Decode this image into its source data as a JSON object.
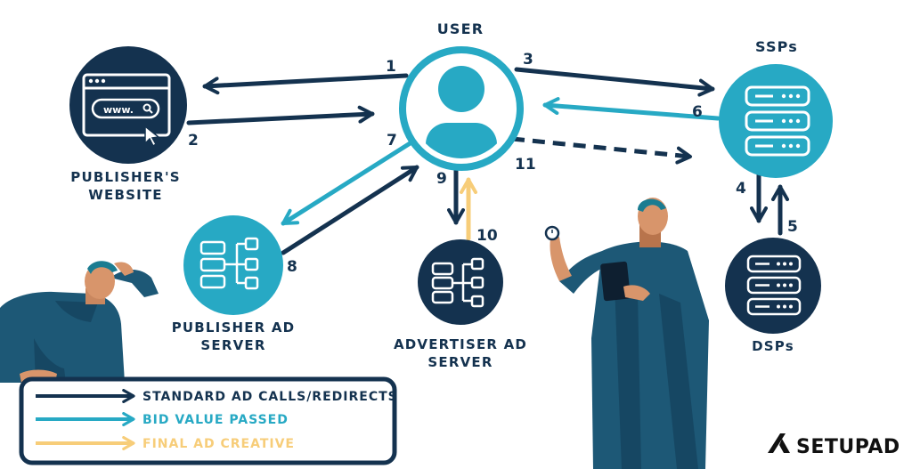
{
  "nodes": {
    "user": "USER",
    "publisher_website": [
      "PUBLISHER'S",
      "WEBSITE"
    ],
    "ssps": "SSPs",
    "dsps": "DSPs",
    "publisher_ad_server": [
      "PUBLISHER AD",
      "SERVER"
    ],
    "advertiser_ad_server": [
      "ADVERTISER AD",
      "SERVER"
    ]
  },
  "browser_url_text": "www.",
  "steps": [
    "1",
    "2",
    "3",
    "4",
    "5",
    "6",
    "7",
    "8",
    "9",
    "10",
    "11"
  ],
  "legend": [
    {
      "label": "STANDARD AD CALLS/REDIRECTS",
      "color": "#14324f"
    },
    {
      "label": "BID VALUE PASSED",
      "color": "#27a9c4"
    },
    {
      "label": "FINAL AD CREATIVE",
      "color": "#f7cd79"
    }
  ],
  "brand": "SETUPAD",
  "colors": {
    "navy": "#14324f",
    "teal": "#27a9c4",
    "yellow": "#f7cd79"
  }
}
